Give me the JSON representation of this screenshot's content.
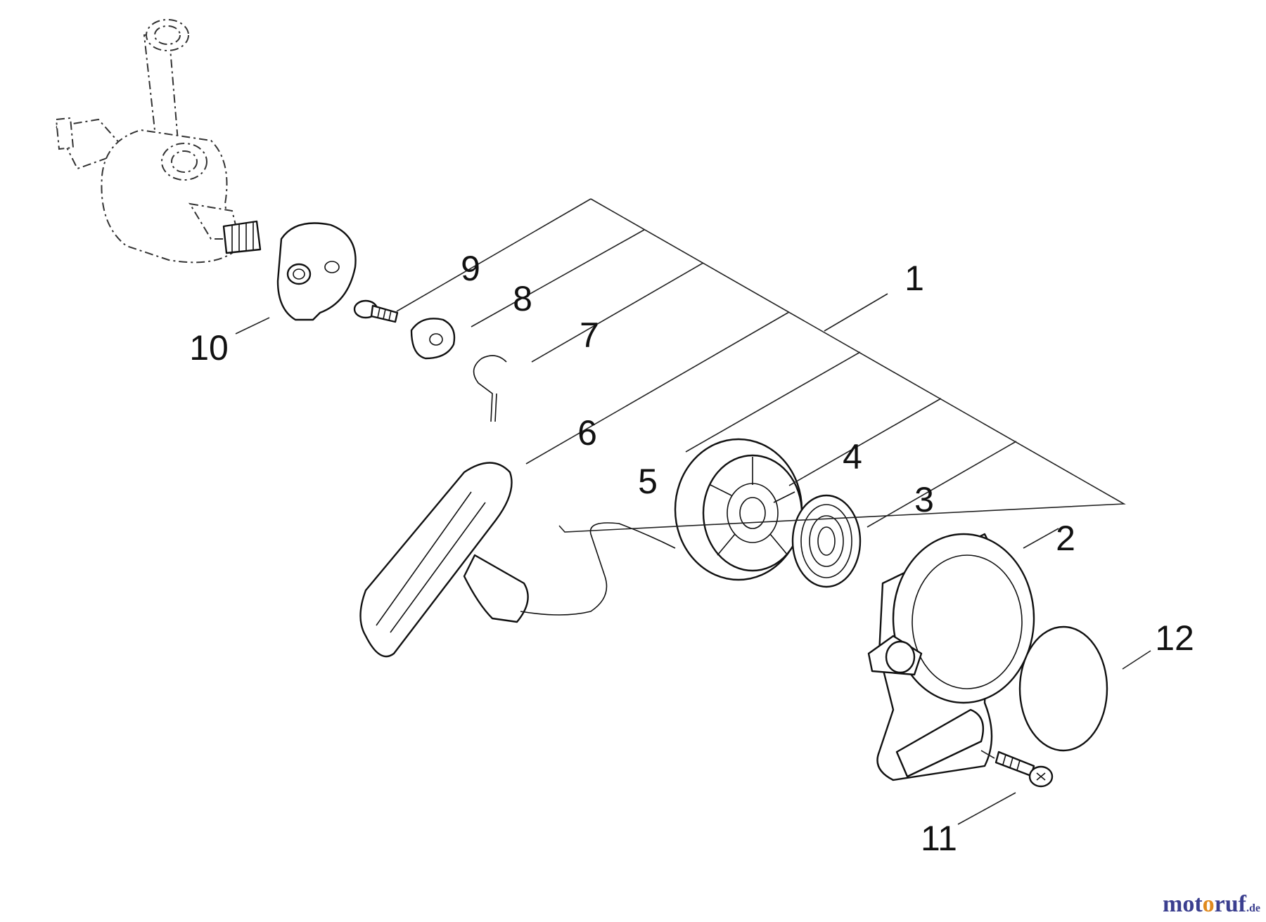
{
  "parts": [
    {
      "id": "p1",
      "label": "1"
    },
    {
      "id": "p2",
      "label": "2"
    },
    {
      "id": "p3",
      "label": "3"
    },
    {
      "id": "p4",
      "label": "4"
    },
    {
      "id": "p5",
      "label": "5"
    },
    {
      "id": "p6",
      "label": "6"
    },
    {
      "id": "p7",
      "label": "7"
    },
    {
      "id": "p8",
      "label": "8"
    },
    {
      "id": "p9",
      "label": "9"
    },
    {
      "id": "p10",
      "label": "10"
    },
    {
      "id": "p11",
      "label": "11"
    },
    {
      "id": "p12",
      "label": "12"
    }
  ],
  "watermark": {
    "text_a": "mot",
    "text_o": "o",
    "text_b": "ruf",
    "suffix": ".de"
  },
  "colors": {
    "line": "#111111",
    "watermark_primary": "#3b3f8f",
    "watermark_accent": "#e08a1e"
  }
}
